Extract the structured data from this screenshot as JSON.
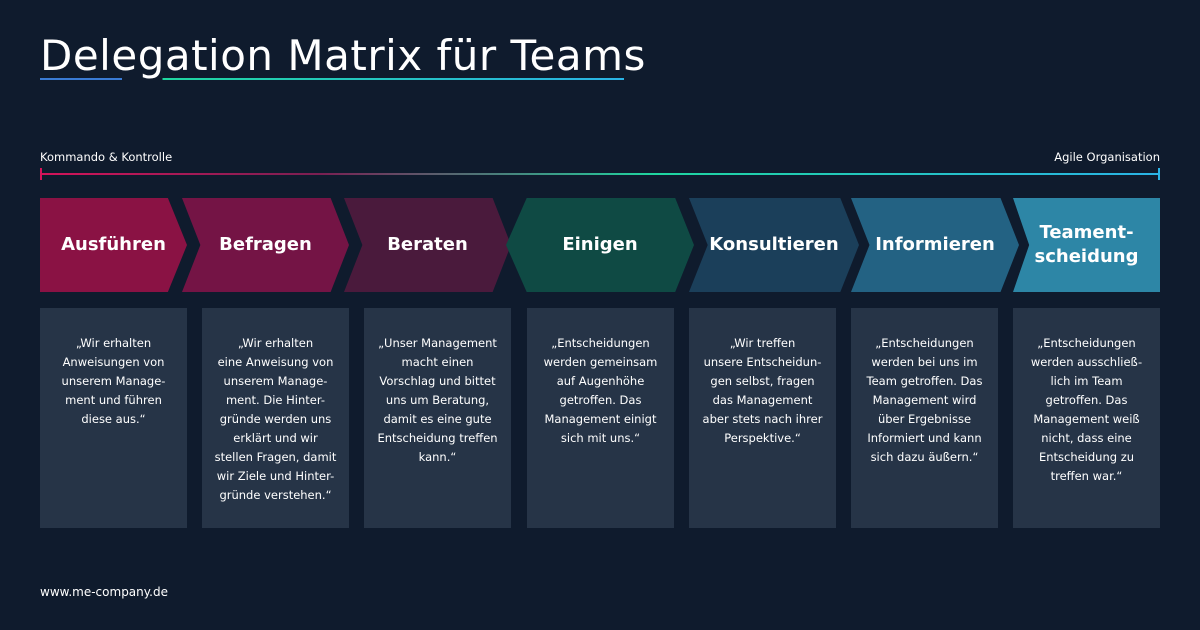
{
  "title": "Delegation Matrix für Teams",
  "scale": {
    "left_label": "Kommando & Kontrolle",
    "right_label": "Agile Organisation"
  },
  "steps": [
    {
      "label": "Ausführen",
      "color": "#8a1244",
      "text": "„Wir erhalten\nAnweisungen von\nunserem Manage-\nment und führen\ndiese aus.“"
    },
    {
      "label": "Befragen",
      "color": "#741445",
      "text": "„Wir erhalten\neine Anweisung von\nunserem Manage-\nment. Die Hinter-\ngründe werden uns\nerklärt und wir\nstellen Fragen, damit\nwir Ziele und Hinter-\ngründe verstehen.“"
    },
    {
      "label": "Beraten",
      "color": "#4a1a3c",
      "text": "„Unser Management\nmacht einen\nVorschlag und bittet\nuns um Beratung,\ndamit es eine gute\nEntscheidung treffen\nkann.“"
    },
    {
      "label": "Einigen",
      "color": "#0f4a44",
      "text": "„Entscheidungen\nwerden gemeinsam\nauf Augenhöhe\ngetroffen. Das\nManagement einigt\nsich mit uns.“"
    },
    {
      "label": "Konsultieren",
      "color": "#1b3f5a",
      "text": "„Wir treffen\nunsere Entscheidun-\ngen selbst, fragen\ndas Management\naber stets nach ihrer\nPerspektive.“"
    },
    {
      "label": "Informieren",
      "color": "#236283",
      "text": "„Entscheidungen\nwerden bei uns im\nTeam getroffen. Das\nManagement wird\nüber Ergebnisse\nInformiert und kann\nsich dazu äußern.“"
    },
    {
      "label": "Teament-\nscheidung",
      "color": "#2d86a6",
      "text": "„Entscheidungen\nwerden ausschließ-\nlich im Team\ngetroffen. Das\nManagement weiß\nnicht, dass eine\nEntscheidung zu\ntreffen war.“"
    }
  ],
  "footer": "www.me-company.de"
}
